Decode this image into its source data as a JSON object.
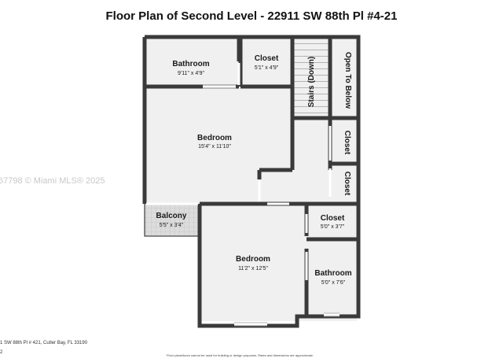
{
  "title": "Floor Plan of Second Level  -  22911 SW 88th Pl #4-21",
  "watermark": "67798 © Miami MLS® 2025",
  "address": "1 SW 88th Pl # 421, Cutler Bay, FL 33190",
  "footnote_side": "2",
  "disclaimer": "Floor plans/tours cannot be used for building or design purposes. Rates and dimensions are approximate.",
  "rooms": {
    "bathroom_top": {
      "name": "Bathroom",
      "dim": "9'11\" x 4'9\""
    },
    "closet_top": {
      "name": "Closet",
      "dim": "5'1\" x 4'9\""
    },
    "stairs": {
      "name": "Stairs (Down)"
    },
    "open_to_below": {
      "name": "Open To Below"
    },
    "bedroom_main": {
      "name": "Bedroom",
      "dim": "15'4\" x 11'10\""
    },
    "closet_right_1": {
      "name": "Closet"
    },
    "closet_right_2": {
      "name": "Closet"
    },
    "balcony": {
      "name": "Balcony",
      "dim": "5'5\" x 3'4\""
    },
    "closet_lower": {
      "name": "Closet",
      "dim": "5'0\" x 3'7\""
    },
    "bedroom_lower": {
      "name": "Bedroom",
      "dim": "11'2\" x 12'5\""
    },
    "bathroom_lower": {
      "name": "Bathroom",
      "dim": "5'0\" x 7'6\""
    }
  },
  "colors": {
    "wall": "#3a3a3a",
    "floor": "#f0f0f0",
    "balcony": "#d8d8d8"
  }
}
